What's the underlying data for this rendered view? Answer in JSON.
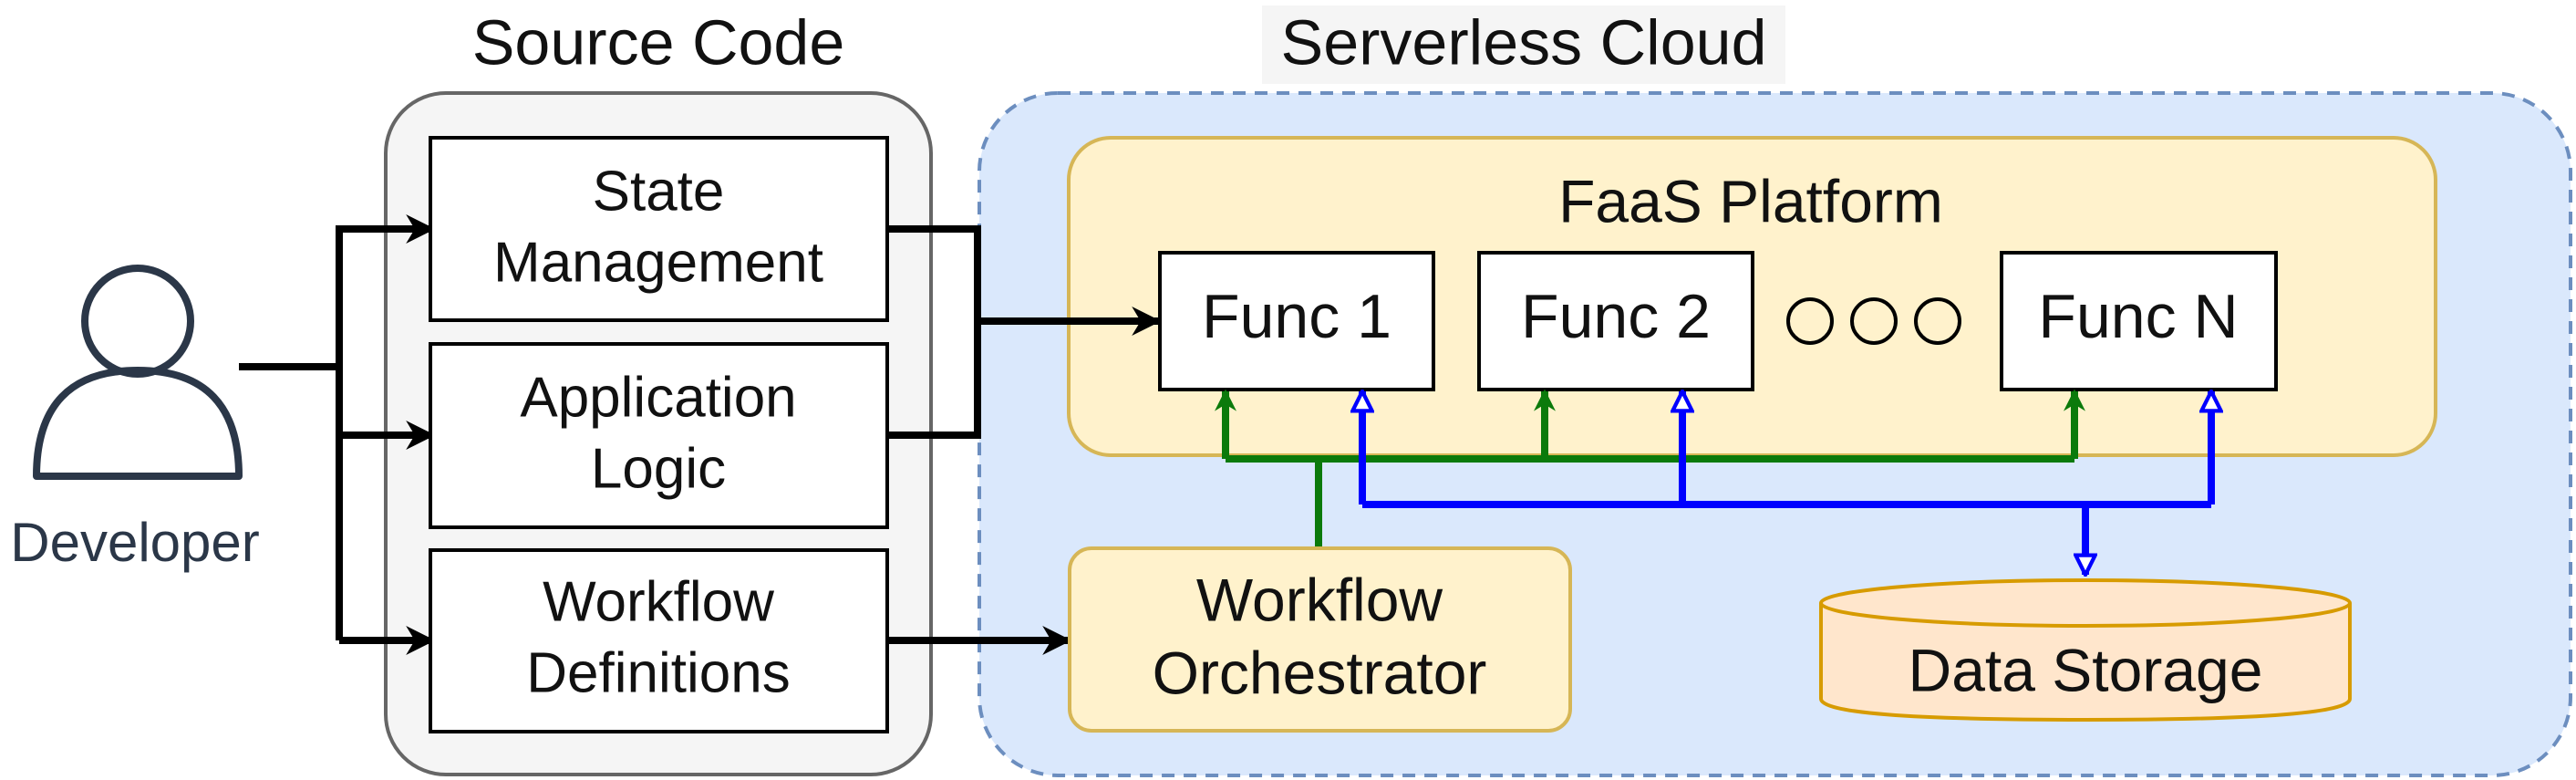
{
  "titles": {
    "source_code": "Source Code",
    "serverless_cloud": "Serverless Cloud"
  },
  "developer": {
    "label": "Developer"
  },
  "source_code": {
    "items": [
      {
        "line1": "State",
        "line2": "Management"
      },
      {
        "line1": "Application",
        "line2": "Logic"
      },
      {
        "line1": "Workflow",
        "line2": "Definitions"
      }
    ]
  },
  "faas_platform": {
    "label": "FaaS Platform",
    "functions": [
      "Func 1",
      "Func 2",
      "Func N"
    ]
  },
  "workflow_orchestrator": {
    "line1": "Workflow",
    "line2": "Orchestrator"
  },
  "data_storage": {
    "label": "Data Storage"
  },
  "colors": {
    "cloud_fill": "#dae8fc",
    "cloud_border": "#6c8ebf",
    "source_fill": "#f5f5f5",
    "source_border": "#666666",
    "platform_fill": "#fff2cc",
    "platform_border": "#d6b656",
    "storage_fill": "#ffe6cc",
    "storage_border": "#d79b00",
    "invoke_line": "#0b7a0b",
    "data_line": "#0000ff",
    "black": "#000000"
  }
}
